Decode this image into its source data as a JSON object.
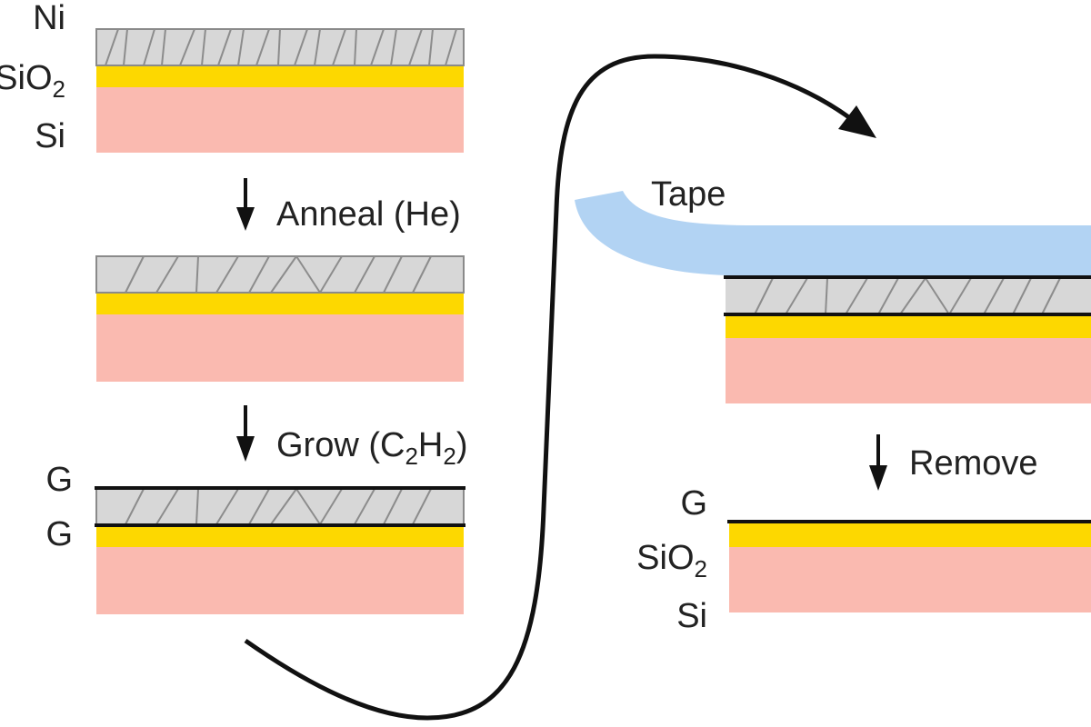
{
  "colors": {
    "nickel": "#d7d7d7",
    "nickel_edge": "#8a8a8a",
    "grain_lines": "#8c8c8c",
    "oxide": "#fdd800",
    "silicon": "#fabab0",
    "tape": "#b2d3f3",
    "graphene": "#111111",
    "text": "#222222",
    "arrow": "#111111"
  },
  "labels": {
    "ni": "Ni",
    "sio2_base": "SiO",
    "sio2_sub": "2",
    "si": "Si",
    "graphene_top": "G",
    "graphene_bottom": "G",
    "graphene_final": "G",
    "tape": "Tape"
  },
  "steps": {
    "anneal": "Anneal (He)",
    "grow_prefix": "Grow (C",
    "grow_sub1": "2",
    "grow_mid": "H",
    "grow_sub2": "2",
    "grow_suffix": ")",
    "remove": "Remove"
  }
}
